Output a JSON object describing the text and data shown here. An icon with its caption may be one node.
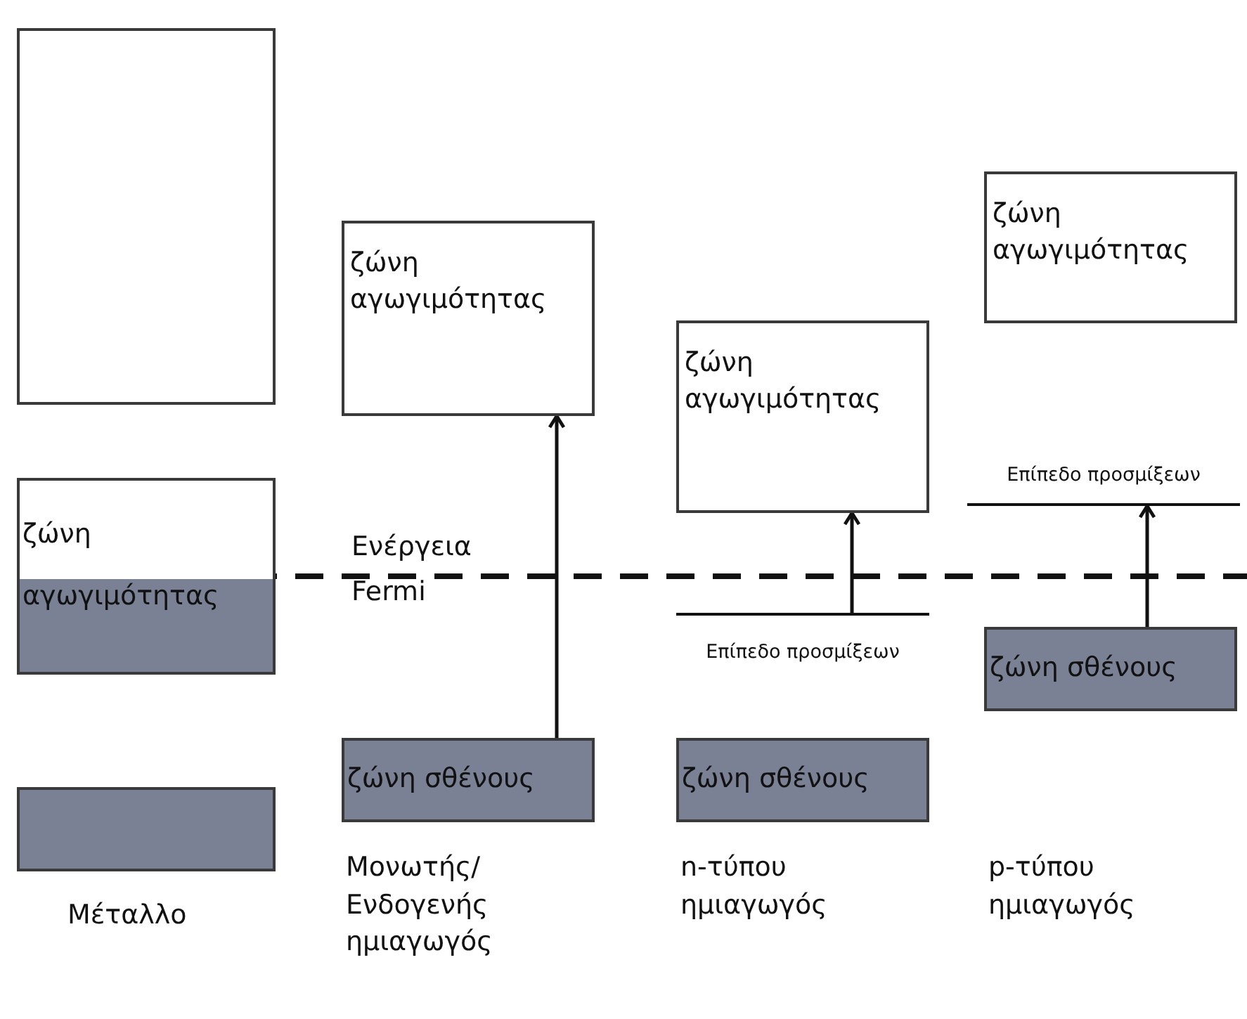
{
  "diagram": {
    "nodes": [
      {
        "text": [],
        "shape": "box"
      },
      {
        "text": [
          "ζώνη αγωγιμότητας"
        ]
      },
      {
        "text": [],
        "shape": "box"
      },
      {
        "text": [
          "ζώνη αγωγιμότητας"
        ]
      },
      {
        "text": [
          "ζώνη σθένους"
        ]
      },
      {
        "text": [
          "ζώνη αγωγιμότητας"
        ]
      },
      {
        "text": [
          "Επίπεδο προσμίξεων"
        ]
      },
      {
        "text": [
          "ζώνη σθένους"
        ]
      },
      {
        "text": [
          "ζώνη αγωγιμότητας"
        ]
      },
      {
        "text": [
          "Επίπεδο προσμίξεων"
        ]
      },
      {
        "text": [
          "ζώνη σθένους"
        ]
      }
    ],
    "edges": [
      {
        "from": 4,
        "to": 3,
        "arrow": "to"
      },
      {
        "from": 6,
        "to": 5,
        "arrow": "to"
      },
      {
        "from": 10,
        "to": 9,
        "arrow": "to"
      }
    ],
    "labels": [
      "Ενέργεια",
      "Fermi",
      "Μέταλλο",
      "Μονωτής/ Ενδογενής ημιαγωγός",
      "n-τύπου ημιαγωγός",
      "p-τύπου ημιαγωγός"
    ]
  }
}
